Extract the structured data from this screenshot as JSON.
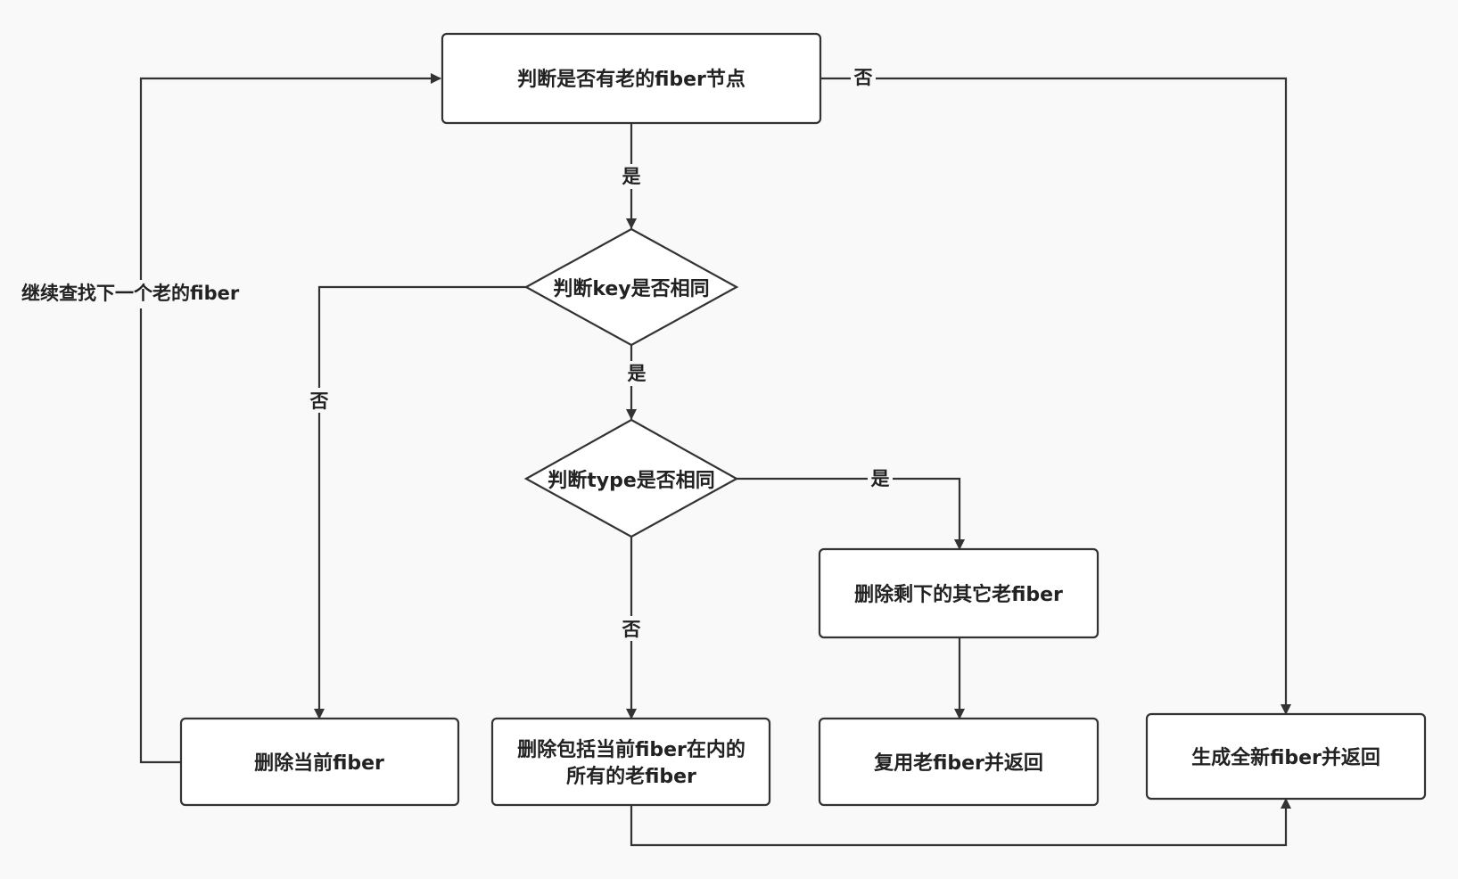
{
  "colors": {
    "background": "#f9f9f9",
    "stroke": "#333333",
    "text": "#222222",
    "node_fill": "#ffffff"
  },
  "nodes": {
    "check_old_fiber": "判断是否有老的fiber节点",
    "check_key": "判断key是否相同",
    "check_type": "判断type是否相同",
    "delete_current": "删除当前fiber",
    "delete_all_line1": "删除包括当前fiber在内的",
    "delete_all_line2": "所有的老fiber",
    "delete_remaining": "删除剩下的其它老fiber",
    "reuse_old": "复用老fiber并返回",
    "create_new": "生成全新fiber并返回"
  },
  "edge_labels": {
    "old_fiber_no": "否",
    "old_fiber_yes": "是",
    "key_yes": "是",
    "key_no": "否",
    "type_yes": "是",
    "type_no": "否",
    "continue_search": "继续查找下一个老的fiber"
  }
}
